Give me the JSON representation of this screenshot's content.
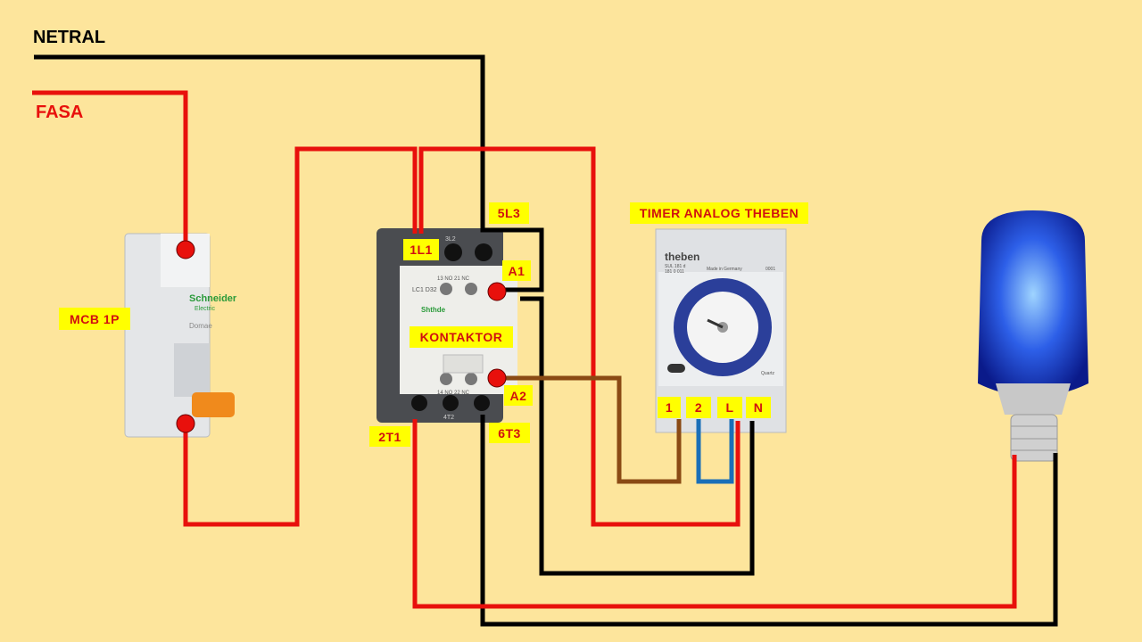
{
  "title_labels": {
    "neutral": "NETRAL",
    "phase": "FASA"
  },
  "labels": {
    "mcb": "MCB  1P",
    "l1": "1L1",
    "l3": "5L3",
    "a1": "A1",
    "contactor": "KONTAKTOR",
    "a2": "A2",
    "t1": "2T1",
    "t3": "6T3",
    "timer": "TIMER  ANALOG  THEBEN",
    "t_1": "1",
    "t_2": "2",
    "t_l": "L",
    "t_n": "N"
  },
  "devices": {
    "mcb": {
      "brand": "Schneider",
      "brand_sub": "Electric",
      "model": "Domae"
    },
    "contactor": {
      "model": "LC1 D32",
      "brand": "Shthde",
      "top_terms": [
        "1L1",
        "3L2",
        "5L3"
      ],
      "aux_top": "13  NO  21  NC",
      "aux_bottom": "14  NO  22  NC",
      "bottom_terms": [
        "2T1",
        "4T2",
        "6T3"
      ]
    },
    "timer": {
      "brand": "theben",
      "model": "SUL 181 d",
      "code": "181 0 011",
      "made": "Made in Germany",
      "serial": "0001",
      "quartz": "Quartz"
    }
  },
  "colors": {
    "phase": "#e8100c",
    "neutral": "#000000",
    "control": "#8a4a14",
    "bridge": "#1a6fb8",
    "label_bg": "#ffff00",
    "label_fg": "#d01010",
    "background": "#fde59c"
  }
}
